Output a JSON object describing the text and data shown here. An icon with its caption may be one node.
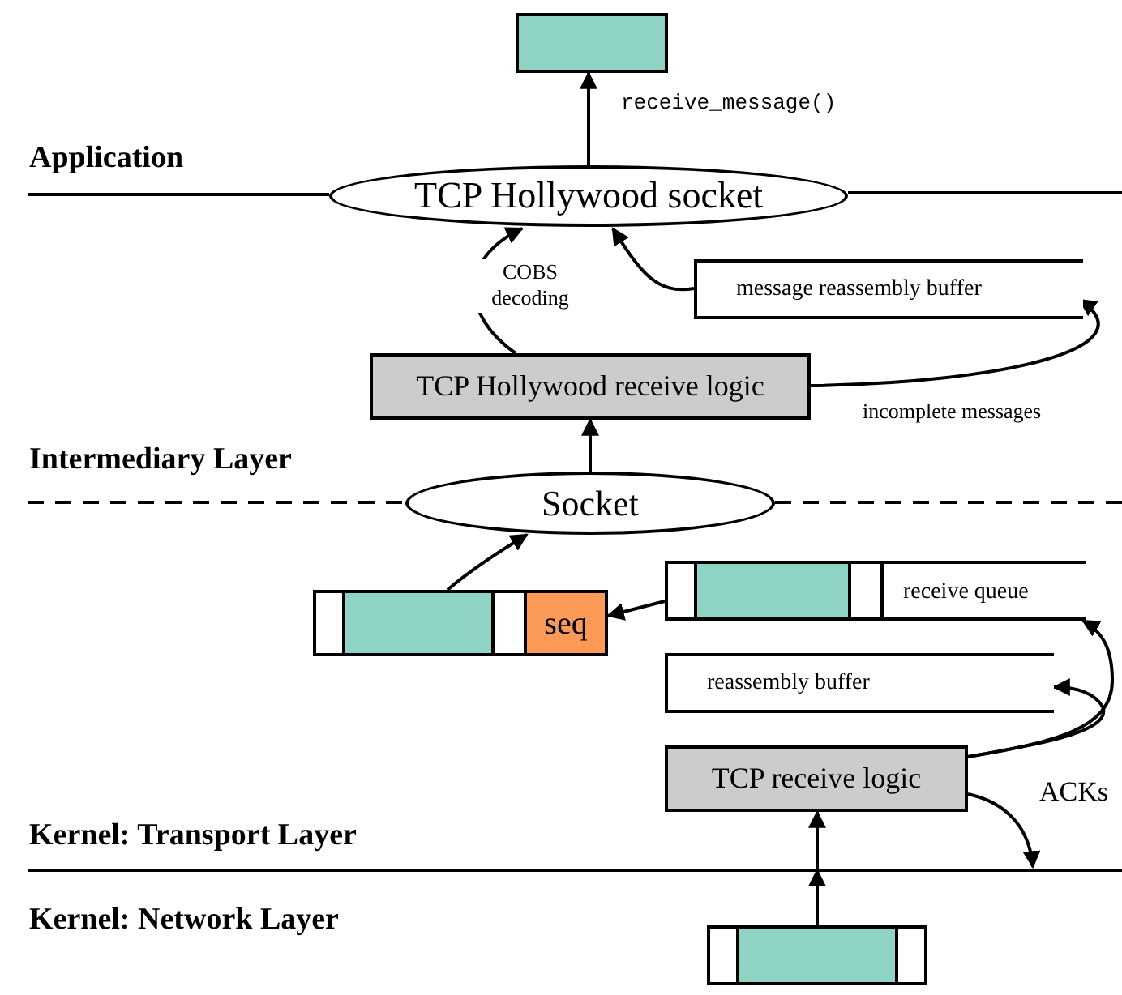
{
  "diagram": {
    "nodes": [
      {
        "text": [],
        "shape": "box"
      },
      {
        "text": [
          "TCP Hollywood socket"
        ]
      },
      {
        "text": [
          "message reassembly buffer"
        ]
      },
      {
        "text": [
          "TCP Hollywood receive logic"
        ]
      },
      {
        "text": [
          "Socket"
        ]
      },
      {
        "text": [
          "seq"
        ]
      },
      {
        "text": [
          "receive queue"
        ]
      },
      {
        "text": [
          "reassembly buffer"
        ]
      },
      {
        "text": [
          "TCP receive logic"
        ]
      },
      {
        "text": [],
        "shape": "box"
      }
    ],
    "edges": [
      {
        "from": 1,
        "to": 0,
        "arrow": "to",
        "label": "receive_message()"
      },
      {
        "from": 3,
        "to": 1,
        "arrow": "to",
        "label": "COBS decoding"
      },
      {
        "from": 2,
        "to": 1,
        "arrow": "to"
      },
      {
        "from": 3,
        "to": 2,
        "arrow": "to",
        "label": "incomplete messages"
      },
      {
        "from": 4,
        "to": 3,
        "arrow": "to"
      },
      {
        "from": 5,
        "to": 4,
        "arrow": "to"
      },
      {
        "from": 6,
        "to": 5,
        "arrow": "to"
      },
      {
        "from": 8,
        "to": 6,
        "arrow": "to"
      },
      {
        "from": 8,
        "to": 7,
        "arrow": "to"
      },
      {
        "from": 8,
        "to": null,
        "arrow": "to",
        "label": "ACKs"
      },
      {
        "from": 9,
        "to": 8,
        "arrow": "to"
      }
    ],
    "labels": [
      "Application",
      "Intermediary Layer",
      "Kernel: Transport Layer",
      "Kernel: Network Layer"
    ]
  }
}
